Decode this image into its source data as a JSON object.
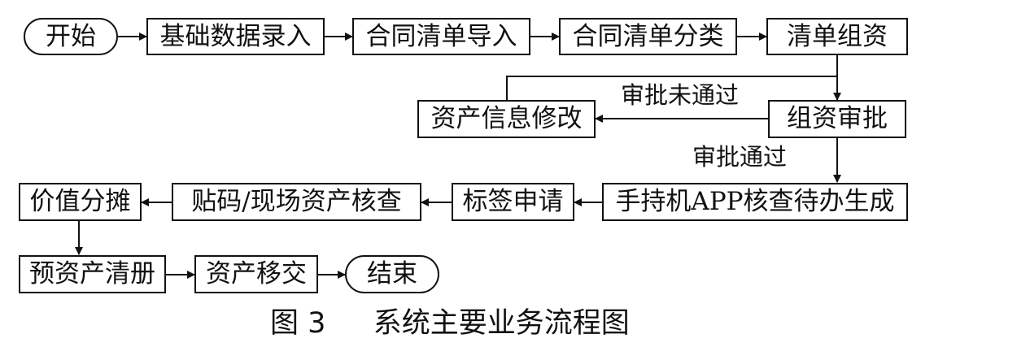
{
  "nodes": {
    "start": "开始",
    "basic_data": "基础数据录入",
    "contract_import": "合同清单导入",
    "contract_classify": "合同清单分类",
    "list_grouping": "清单组资",
    "asset_modify": "资产信息修改",
    "grouping_approval": "组资审批",
    "handheld_app": "手持机APP核查待办生成",
    "label_apply": "标签申请",
    "paste_check": "贴码/现场资产核查",
    "value_allocation": "价值分摊",
    "pre_asset_register": "预资产清册",
    "asset_transfer": "资产移交",
    "end": "结束"
  },
  "edge_labels": {
    "not_approved": "审批未通过",
    "approved": "审批通过"
  },
  "caption": {
    "number": "图 3",
    "title": "系统主要业务流程图"
  }
}
